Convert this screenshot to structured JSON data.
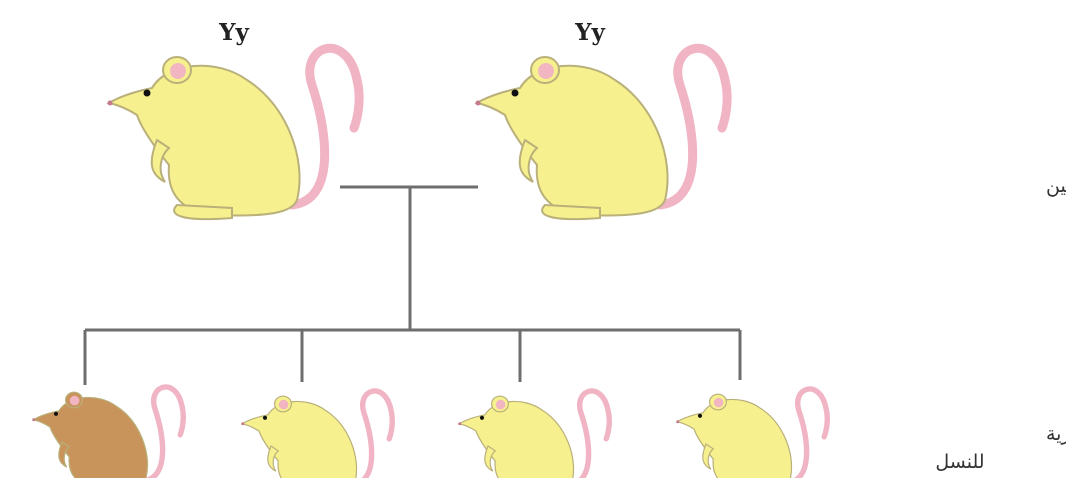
{
  "parents": {
    "label": "الفردين الأبويين",
    "left": {
      "genotype": "Yy",
      "coat_color": "#f7f08e"
    },
    "right": {
      "genotype": "Yy",
      "coat_color": "#f7f08e"
    }
  },
  "offspring": {
    "label_line1": "الأنماط الظاهرية",
    "label_line2": "للنسل",
    "items": [
      {
        "coat_color": "#c9935c"
      },
      {
        "coat_color": "#f7f08e"
      },
      {
        "coat_color": "#f7f08e"
      },
      {
        "coat_color": "#f7f08e"
      }
    ]
  },
  "colors": {
    "line": "#6e6e6e",
    "tail": "#f0b4c4",
    "ear_inner": "#f2b6c2",
    "outline": "#b9b07a"
  }
}
